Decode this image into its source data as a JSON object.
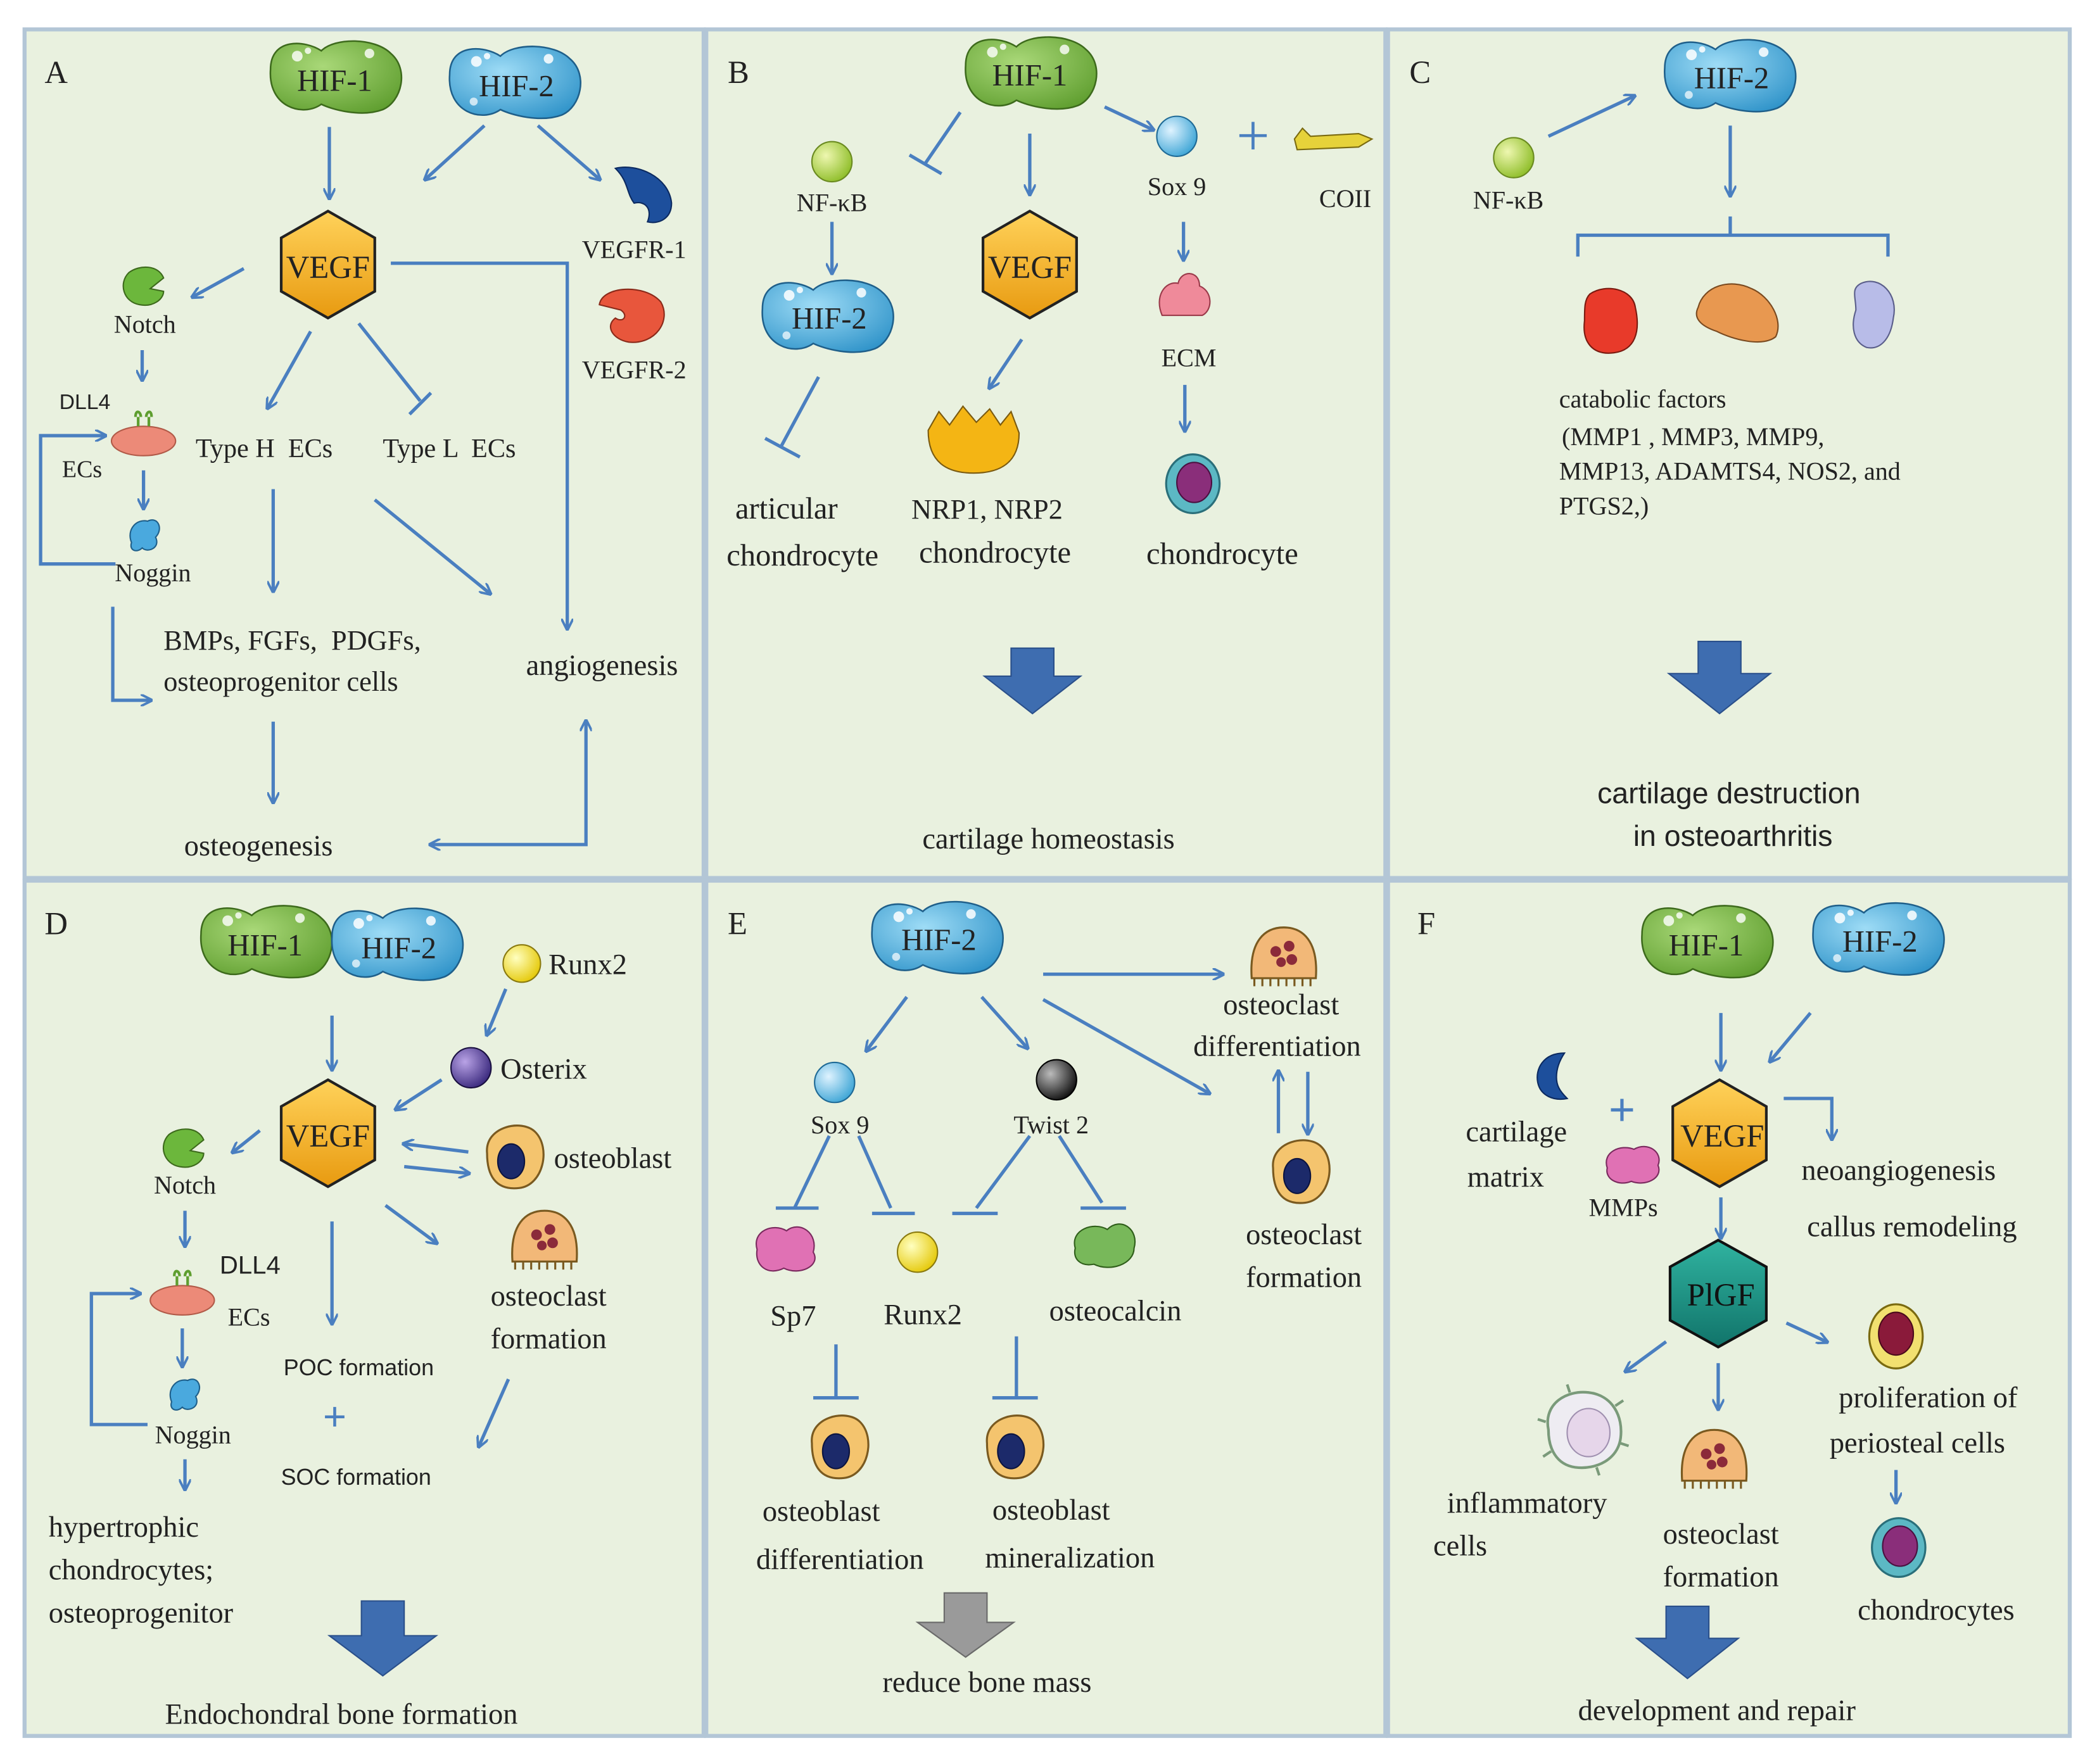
{
  "panels": {
    "A": {
      "letter": "A",
      "hif1": "HIF-1",
      "hif2": "HIF-2",
      "vegf": "VEGF",
      "vegfr1": "VEGFR-1",
      "vegfr2": "VEGFR-2",
      "notch": "Notch",
      "dll4": "DLL4",
      "ecs": "ECs",
      "noggin": "Noggin",
      "type_h": "Type H  ECs",
      "type_l": "Type L  ECs",
      "factors_1": "BMPs, FGFs,  PDGFs,",
      "factors_2": "osteoprogenitor cells",
      "angiogenesis": "angiogenesis",
      "osteogenesis": "osteogenesis"
    },
    "B": {
      "letter": "B",
      "hif1": "HIF-1",
      "nfkb": "NF-κB",
      "hif2": "HIF-2",
      "vegf": "VEGF",
      "sox9": "Sox 9",
      "coii": "COII",
      "ecm": "ECM",
      "articular_1": "articular",
      "articular_2": "chondrocyte",
      "nrp_1": "NRP1, NRP2",
      "nrp_2": "chondrocyte",
      "chondrocyte": "chondrocyte",
      "outcome": "cartilage homeostasis"
    },
    "C": {
      "letter": "C",
      "nfkb": "NF-κB",
      "hif2": "HIF-2",
      "catabolic_1": "catabolic factors",
      "catabolic_2": "(MMP1 , MMP3, MMP9,",
      "catabolic_3": "MMP13, ADAMTS4, NOS2, and",
      "catabolic_4": "PTGS2,)",
      "outcome_1": "cartilage destruction",
      "outcome_2": "in osteoarthritis"
    },
    "D": {
      "letter": "D",
      "hif1": "HIF-1",
      "hif2": "HIF-2",
      "vegf": "VEGF",
      "runx2": "Runx2",
      "osterix": "Osterix",
      "osteoblast": "osteoblast",
      "notch": "Notch",
      "dll4": "DLL4",
      "ecs": "ECs",
      "noggin": "Noggin",
      "osteoclast_1": "osteoclast",
      "osteoclast_2": "formation",
      "poc": "POC formation",
      "soc": "SOC formation",
      "hyper_1": "hypertrophic",
      "hyper_2": "chondrocytes;",
      "hyper_3": "osteoprogenitor",
      "outcome": "Endochondral bone formation"
    },
    "E": {
      "letter": "E",
      "hif2": "HIF-2",
      "sox9": "Sox 9",
      "twist2": "Twist 2",
      "sp7": "Sp7",
      "runx2": "Runx2",
      "osteocalcin": "osteocalcin",
      "oc_diff_1": "osteoclast",
      "oc_diff_2": "differentiation",
      "oc_form_1": "osteoclast",
      "oc_form_2": "formation",
      "ob_diff_1": "osteoblast",
      "ob_diff_2": "differentiation",
      "ob_min_1": "osteoblast",
      "ob_min_2": "mineralization",
      "outcome": "reduce bone mass"
    },
    "F": {
      "letter": "F",
      "hif1": "HIF-1",
      "hif2": "HIF-2",
      "vegf": "VEGF",
      "pigf": "PlGF",
      "cartilage_1": "cartilage",
      "cartilage_2": "matrix",
      "mmps": "MMPs",
      "neo": "neoangiogenesis",
      "callus": "callus remodeling",
      "prolif_1": "proliferation of",
      "prolif_2": "periosteal cells",
      "chondrocytes": "chondrocytes",
      "inflam_1": "inflammatory",
      "inflam_2": "cells",
      "oc_1": "osteoclast",
      "oc_2": "formation",
      "outcome": "development and repair"
    }
  },
  "colors": {
    "panel_bg": "#e9f1df",
    "panel_border": "#b3c6d6",
    "arrow": "#4a7fc0",
    "hif1": "#79b843",
    "hif2": "#5bb8e6",
    "vegf": "#f2ab1b",
    "pigf": "#1c9181",
    "outcome_arrow": "#3e6db0",
    "outcome_arrow_grey": "#9a9a9a"
  }
}
